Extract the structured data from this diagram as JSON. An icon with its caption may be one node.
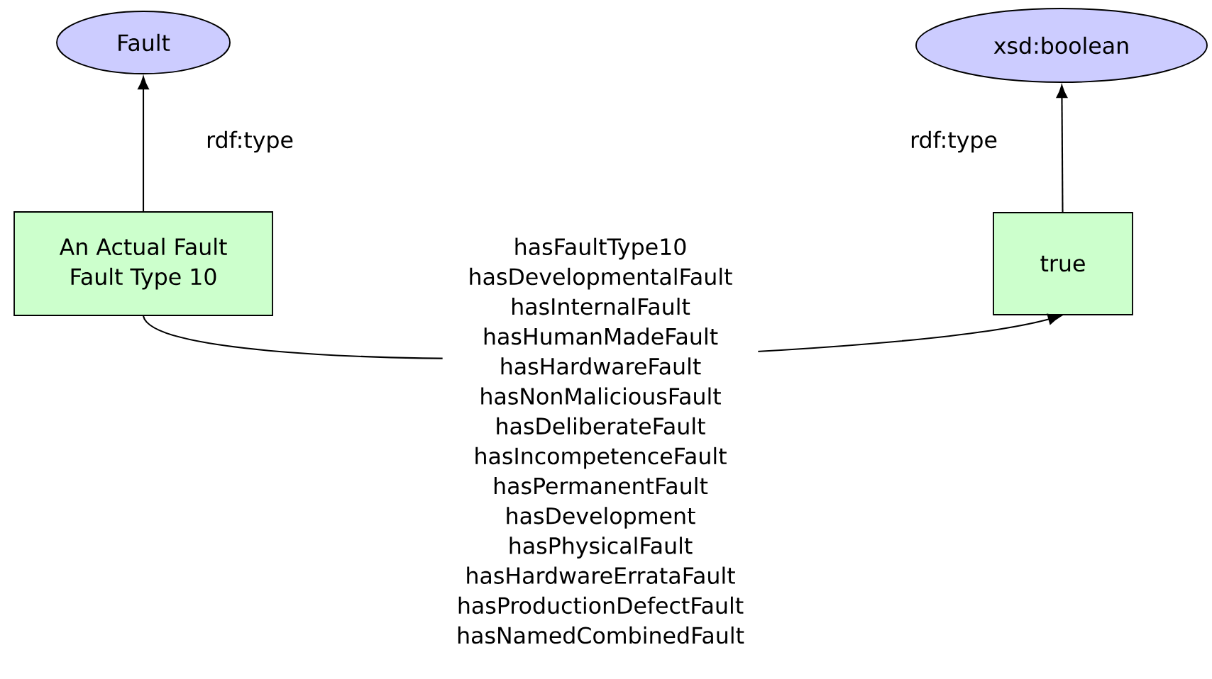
{
  "diagram": {
    "nodes": [
      {
        "text": [
          "Fault"
        ]
      },
      {
        "text": [
          "xsd:boolean"
        ]
      },
      {
        "text": [
          "An Actual Fault",
          "Fault Type 10"
        ]
      },
      {
        "text": [
          "true"
        ]
      }
    ],
    "edges": [
      {
        "from": 2,
        "to": 0,
        "arrow": "to",
        "label": "rdf:type"
      },
      {
        "from": 3,
        "to": 1,
        "arrow": "to",
        "label": "rdf:type"
      },
      {
        "from": 2,
        "to": 3,
        "arrow": "to",
        "label": "hasFaultType10 hasDevelopmentalFault hasInternalFault hasHumanMadeFault hasHardwareFault hasNonMaliciousFault hasDeliberateFault hasIncompetenceFault hasPermanentFault hasDevelopment hasPhysicalFault hasHardwareErrataFault hasProductionDefectFault hasNamedCombinedFault"
      }
    ]
  }
}
